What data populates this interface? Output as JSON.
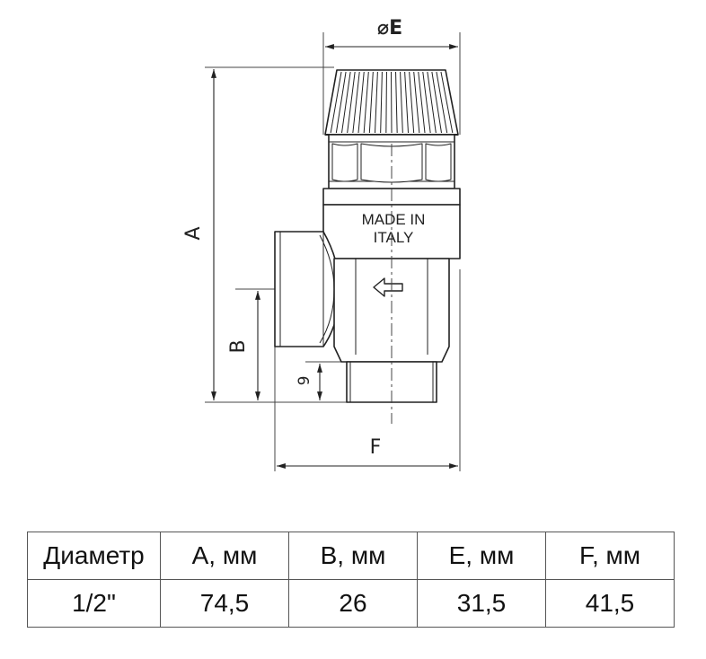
{
  "drawing": {
    "dim_e": "⌀E",
    "dim_a": "A",
    "dim_b": "B",
    "dim_9": "9",
    "dim_f": "F",
    "stamp_line1": "MADE IN",
    "stamp_line2": "ITALY"
  },
  "table": {
    "headers": [
      "Диаметр",
      "A, мм",
      "B, мм",
      "E, мм",
      "F, мм"
    ],
    "rows": [
      [
        "1/2\"",
        "74,5",
        "26",
        "31,5",
        "41,5"
      ]
    ]
  }
}
